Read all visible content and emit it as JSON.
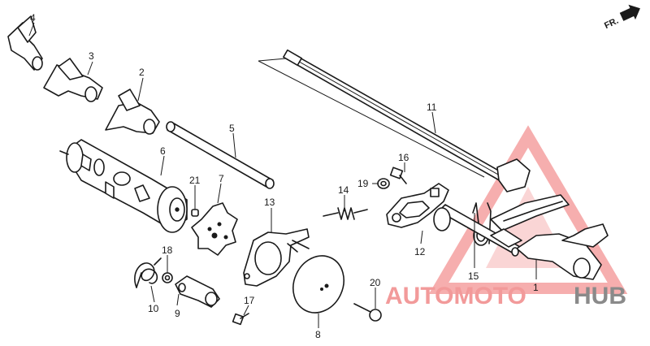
{
  "diagram": {
    "direction_marker": "FR.",
    "callouts": [
      "1",
      "2",
      "3",
      "4",
      "5",
      "6",
      "7",
      "8",
      "9",
      "10",
      "11",
      "12",
      "13",
      "14",
      "15",
      "16",
      "17",
      "18",
      "19",
      "20",
      "21"
    ]
  },
  "watermark": {
    "part_a": "AUTOMOTO",
    "part_b": "HUB",
    "colors": {
      "red": "#f29a9a",
      "grey": "#8a8a8a"
    }
  }
}
